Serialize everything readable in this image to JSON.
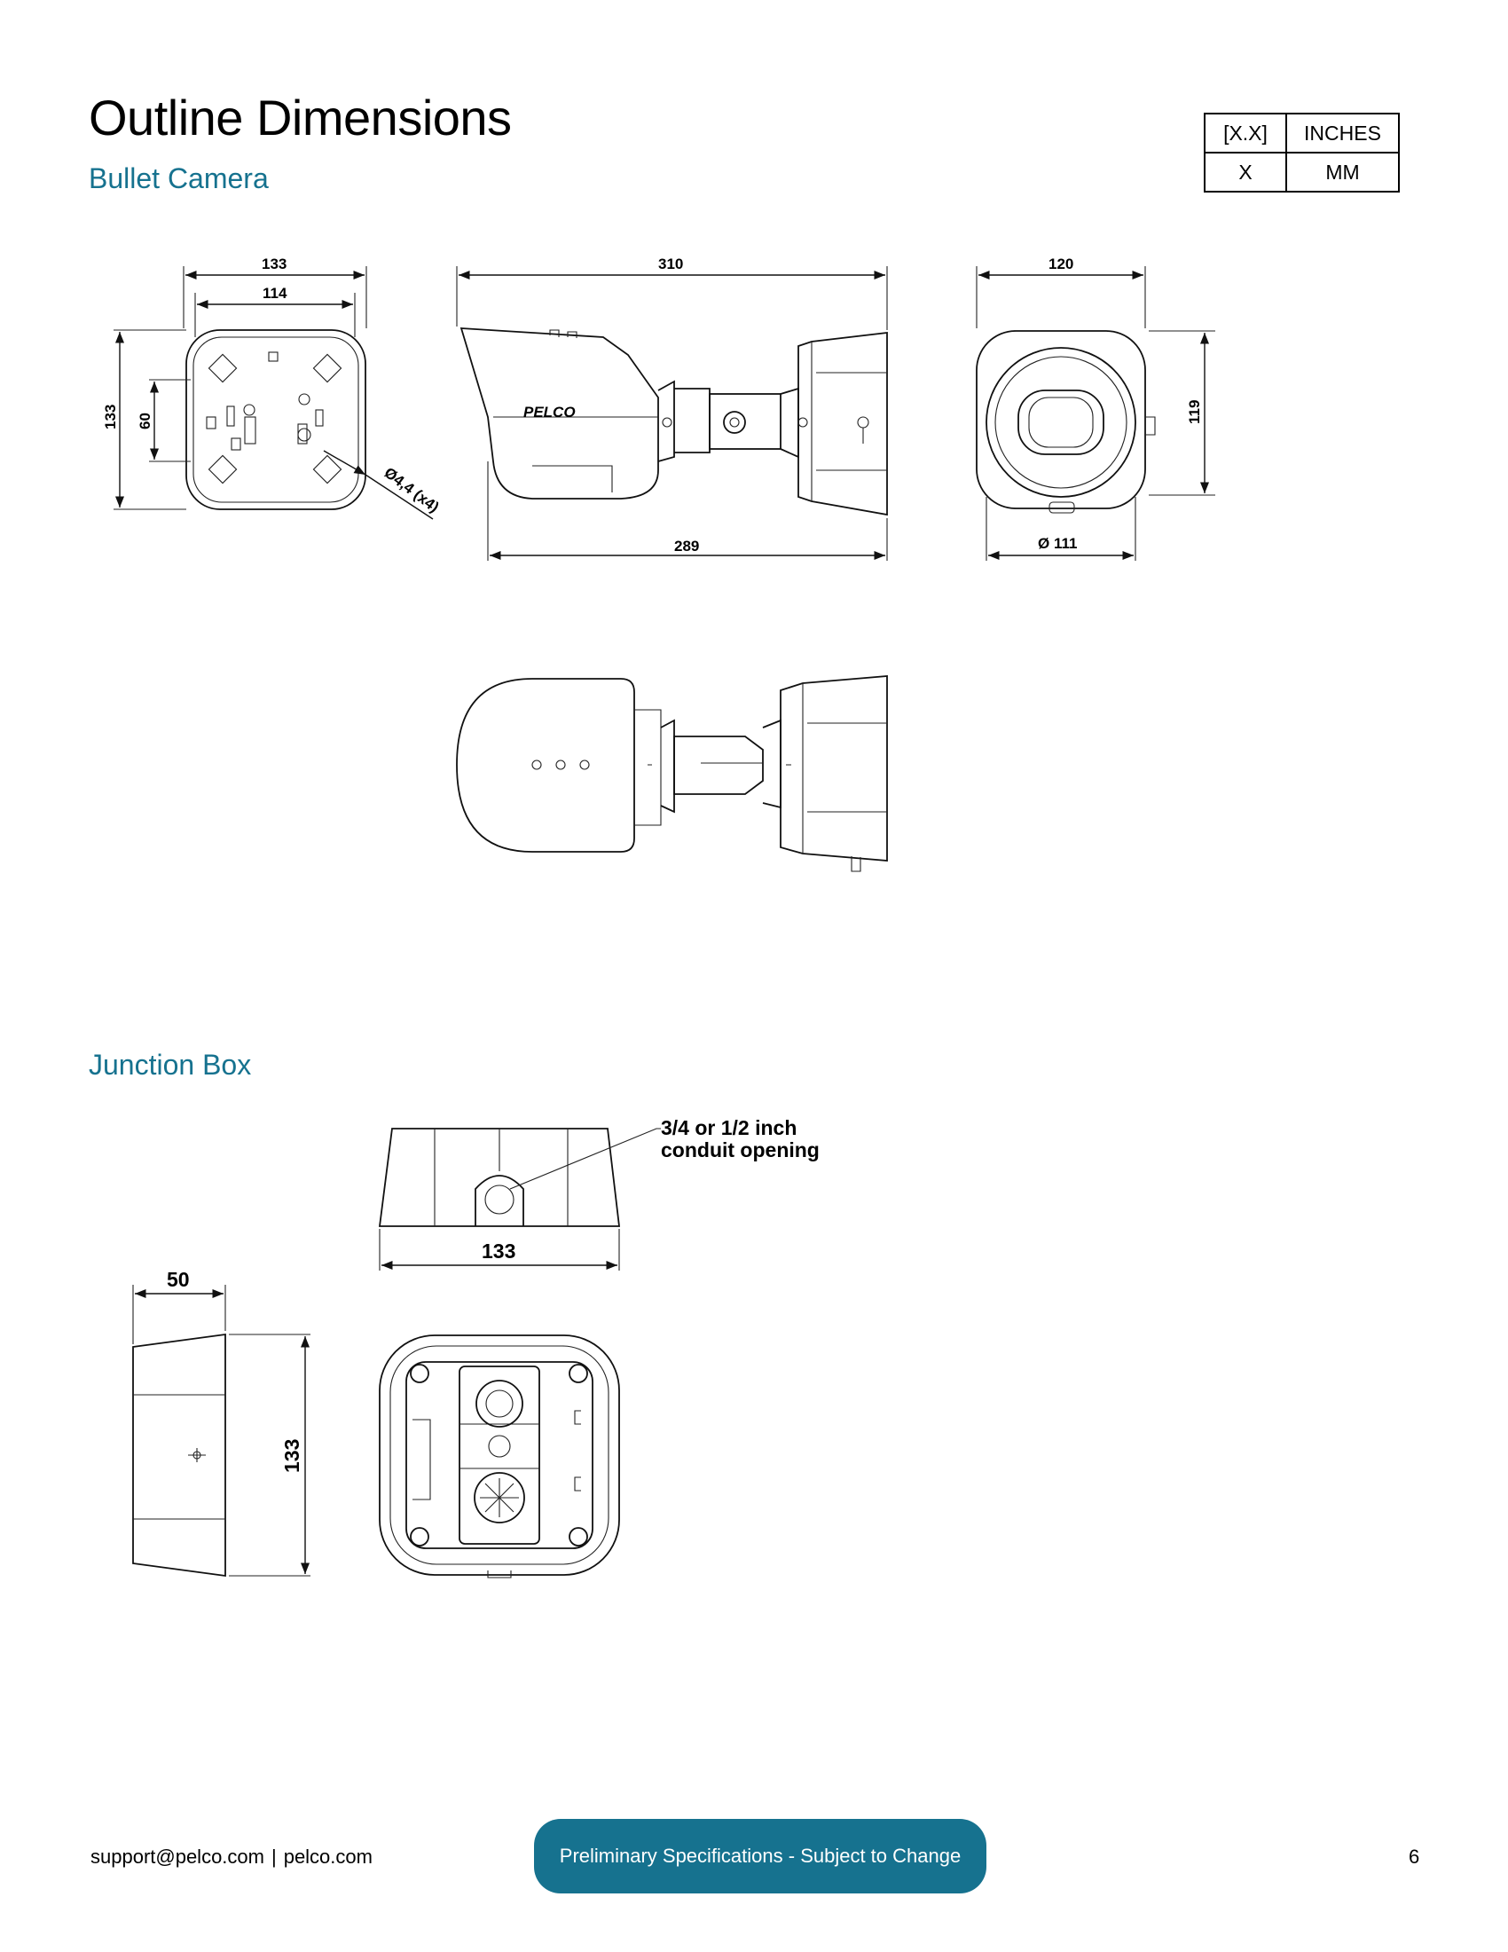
{
  "page": {
    "title": "Outline Dimensions",
    "number": "6"
  },
  "sections": {
    "bullet_camera": "Bullet Camera",
    "junction_box": "Junction Box"
  },
  "units_legend": {
    "row1": [
      "[X.X]",
      "INCHES"
    ],
    "row2": [
      "X",
      "MM"
    ]
  },
  "dimensions": {
    "front_width_outer": "133",
    "front_width_inner": "114",
    "front_height_outer": "133",
    "front_height_inner": "60",
    "hole_callout": "Ø4,4 (x4)",
    "side_length_top": "310",
    "side_length_bottom": "289",
    "end_width": "120",
    "end_height": "119",
    "end_diameter": "Ø 111",
    "jb_width_top": "133",
    "jb_depth": "50",
    "jb_height": "133",
    "conduit_note_line1": "3/4 or 1/2 inch",
    "conduit_note_line2": "conduit opening"
  },
  "drawing_labels": {
    "brand_mark": "PELCO"
  },
  "footer": {
    "email": "support@pelco.com",
    "separator": "|",
    "website": "pelco.com",
    "notice": "Preliminary Specifications - Subject to Change"
  }
}
